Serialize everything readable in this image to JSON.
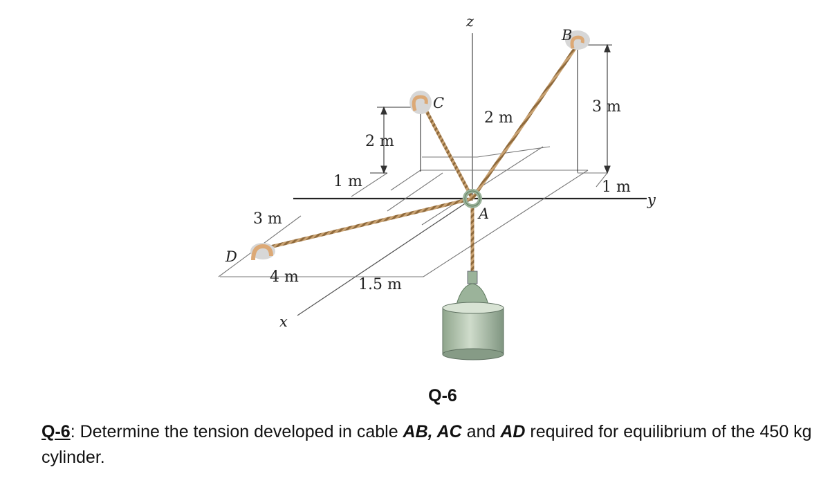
{
  "figure": {
    "axes": {
      "z": "z",
      "y": "y",
      "x": "x"
    },
    "points": {
      "A": "A",
      "B": "B",
      "C": "C",
      "D": "D"
    },
    "dimensions": {
      "d_3m_left": "3 m",
      "d_4m": "4 m",
      "d_1m_left": "1 m",
      "d_2m_c": "2 m",
      "d_1_5m": "1.5 m",
      "d_2m_mid": "2 m",
      "d_3m_right": "3 m",
      "d_1m_right": "1 m"
    },
    "colors": {
      "cable": "#b08a5a",
      "cylinder_body": "#b9cbb6",
      "cylinder_top": "#d8e3d4",
      "hook": "#dca976",
      "support_pad": "#d7d7d7"
    }
  },
  "caption": "Q-6",
  "question": {
    "id": "Q-6",
    "text_1": ": Determine the tension developed in cable ",
    "cables": "AB, AC",
    "text_2": " and ",
    "cable_last": "AD",
    "text_3": " required for equilibrium of the 450 kg cylinder."
  }
}
